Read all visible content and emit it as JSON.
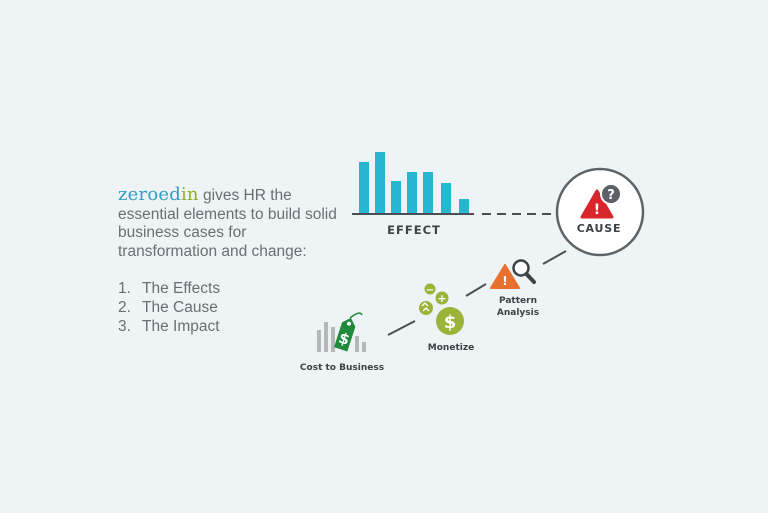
{
  "intro": {
    "brand_part1": "zeroed",
    "brand_part2": "in",
    "text": " gives HR the essential elements to build solid business cases for transformation and change:",
    "items": [
      {
        "number": "1.",
        "label": "The Effects"
      },
      {
        "number": "2.",
        "label": "The Cause"
      },
      {
        "number": "3.",
        "label": "The Impact"
      }
    ]
  },
  "diagram": {
    "effect_label": "EFFECT",
    "cause_label": "CAUSE",
    "pattern_label_line1": "Pattern",
    "pattern_label_line2": "Analysis",
    "monetize_label": "Monetize",
    "cost_label": "Cost to Business",
    "question_mark": "?",
    "warning_mark": "!",
    "plus_mark": "+",
    "minus_mark": "−",
    "dollar_mark": "$"
  },
  "colors": {
    "background": "#eef3f6",
    "effect_bars": "#27b5cf",
    "cause_warning": "#d9262c",
    "question_badge": "#5b6166",
    "pattern_warning": "#e8702f",
    "monetize": "#9cb33a",
    "cost_tag": "#1f8a3c",
    "cost_bars": "#b5b8bb",
    "text_gray": "#6b6f73"
  },
  "icons": {
    "effect": "bar-chart-icon",
    "cause": "warning-question-icon",
    "pattern": "warning-magnifier-icon",
    "monetize": "coins-icon",
    "cost": "price-tag-icon"
  }
}
